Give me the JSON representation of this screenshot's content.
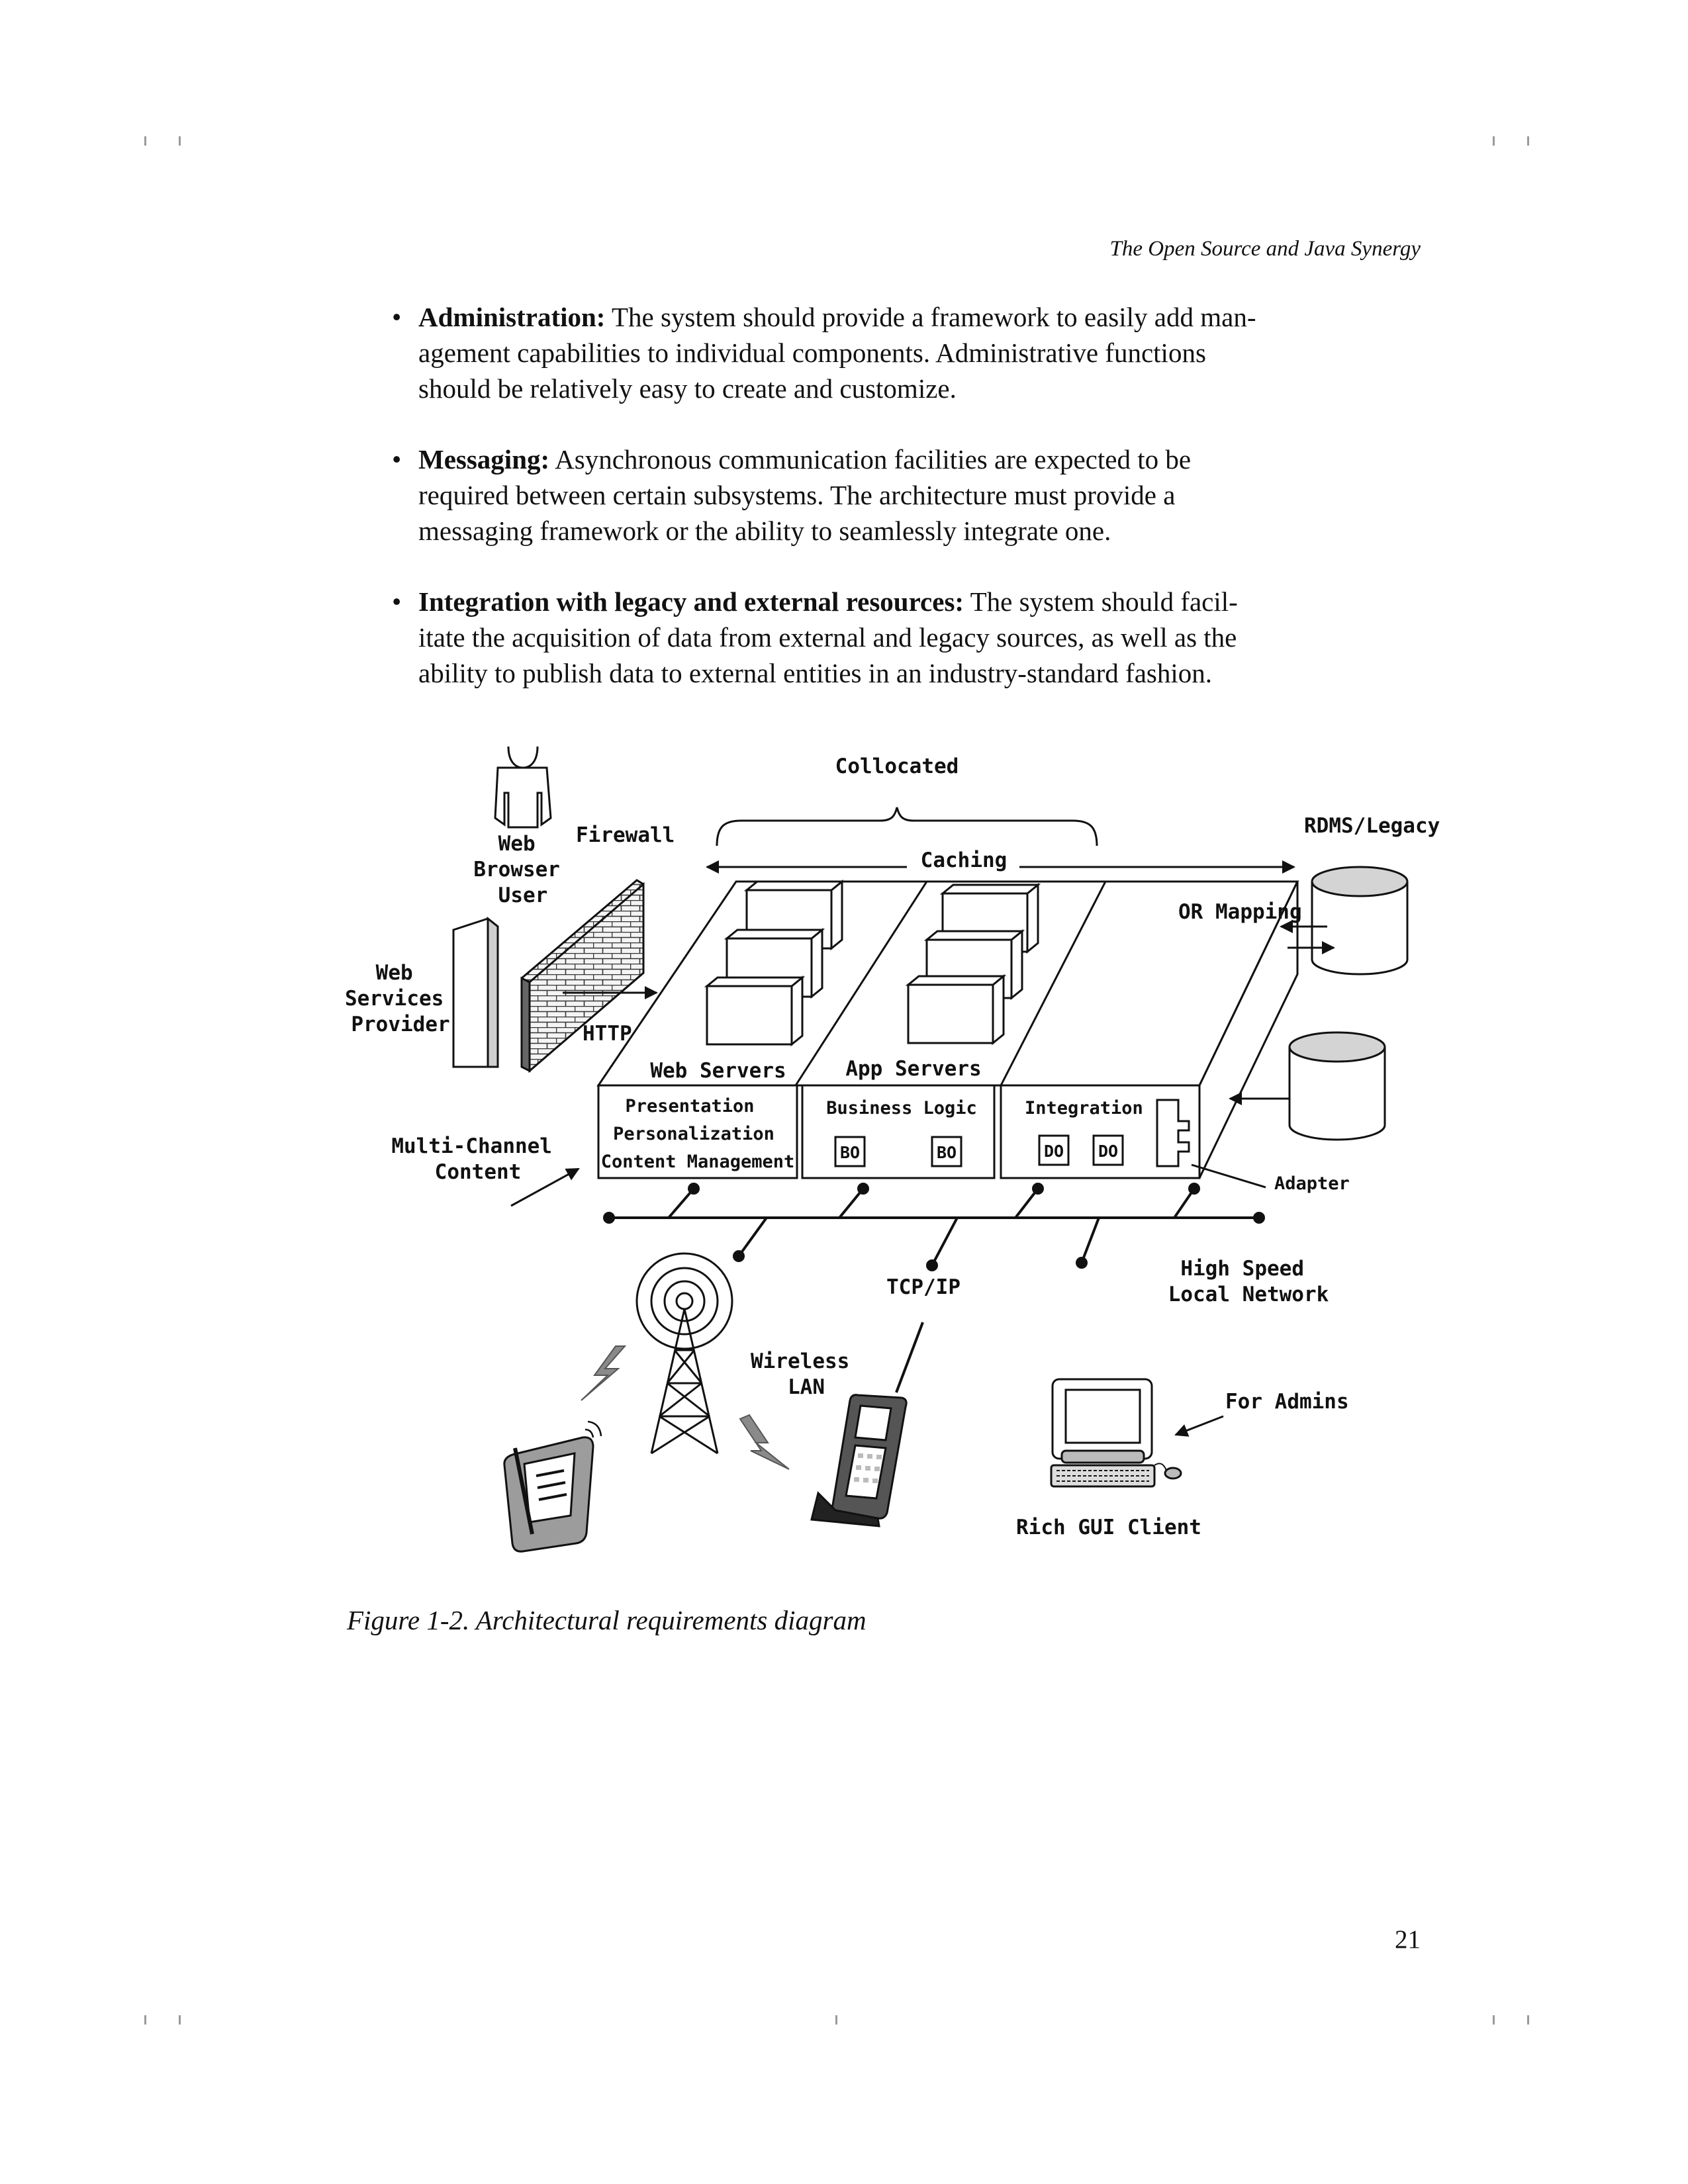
{
  "header": {
    "running_title": "The Open Source and Java Synergy"
  },
  "bullets": [
    {
      "term": "Administration:",
      "lines": [
        "The system should provide a framework to easily add man-",
        "agement capabilities to individual components. Administrative functions",
        "should be relatively easy to create and customize."
      ]
    },
    {
      "term": "Messaging:",
      "lines": [
        "Asynchronous communication facilities are expected to be",
        "required between certain subsystems. The architecture must provide a",
        "messaging framework or the ability to seamlessly integrate one."
      ]
    },
    {
      "term": "Integration with legacy and external resources:",
      "lines": [
        "The system should facil-",
        "itate the acquisition of data from external and legacy sources, as well as the",
        "ability to publish data to external entities in an industry-standard fashion."
      ]
    }
  ],
  "diagram": {
    "collocated": "Collocated",
    "caching": "Caching",
    "firewall": "Firewall",
    "rdms_legacy": "RDMS/Legacy",
    "web_browser_user": [
      "Web",
      "Browser",
      "User"
    ],
    "web_services_provider": [
      "Web",
      "Services",
      "Provider"
    ],
    "http": "HTTP",
    "or_mapping": "OR Mapping",
    "web_servers": "Web Servers",
    "app_servers": "App Servers",
    "presentation": "Presentation",
    "personalization": "Personalization",
    "content_management": "Content Management",
    "business_logic": "Business Logic",
    "integration": "Integration",
    "bo": "BO",
    "do": "DO",
    "adapter": "Adapter",
    "multi_channel_content": [
      "Multi-Channel",
      "Content"
    ],
    "tcp_ip": "TCP/IP",
    "high_speed_network": [
      "High Speed",
      "Local Network"
    ],
    "wireless_lan": [
      "Wireless",
      "LAN"
    ],
    "for_admins": "For Admins",
    "rich_gui_client": "Rich GUI Client"
  },
  "caption": "Figure 1-2. Architectural requirements diagram",
  "page_number": "21"
}
